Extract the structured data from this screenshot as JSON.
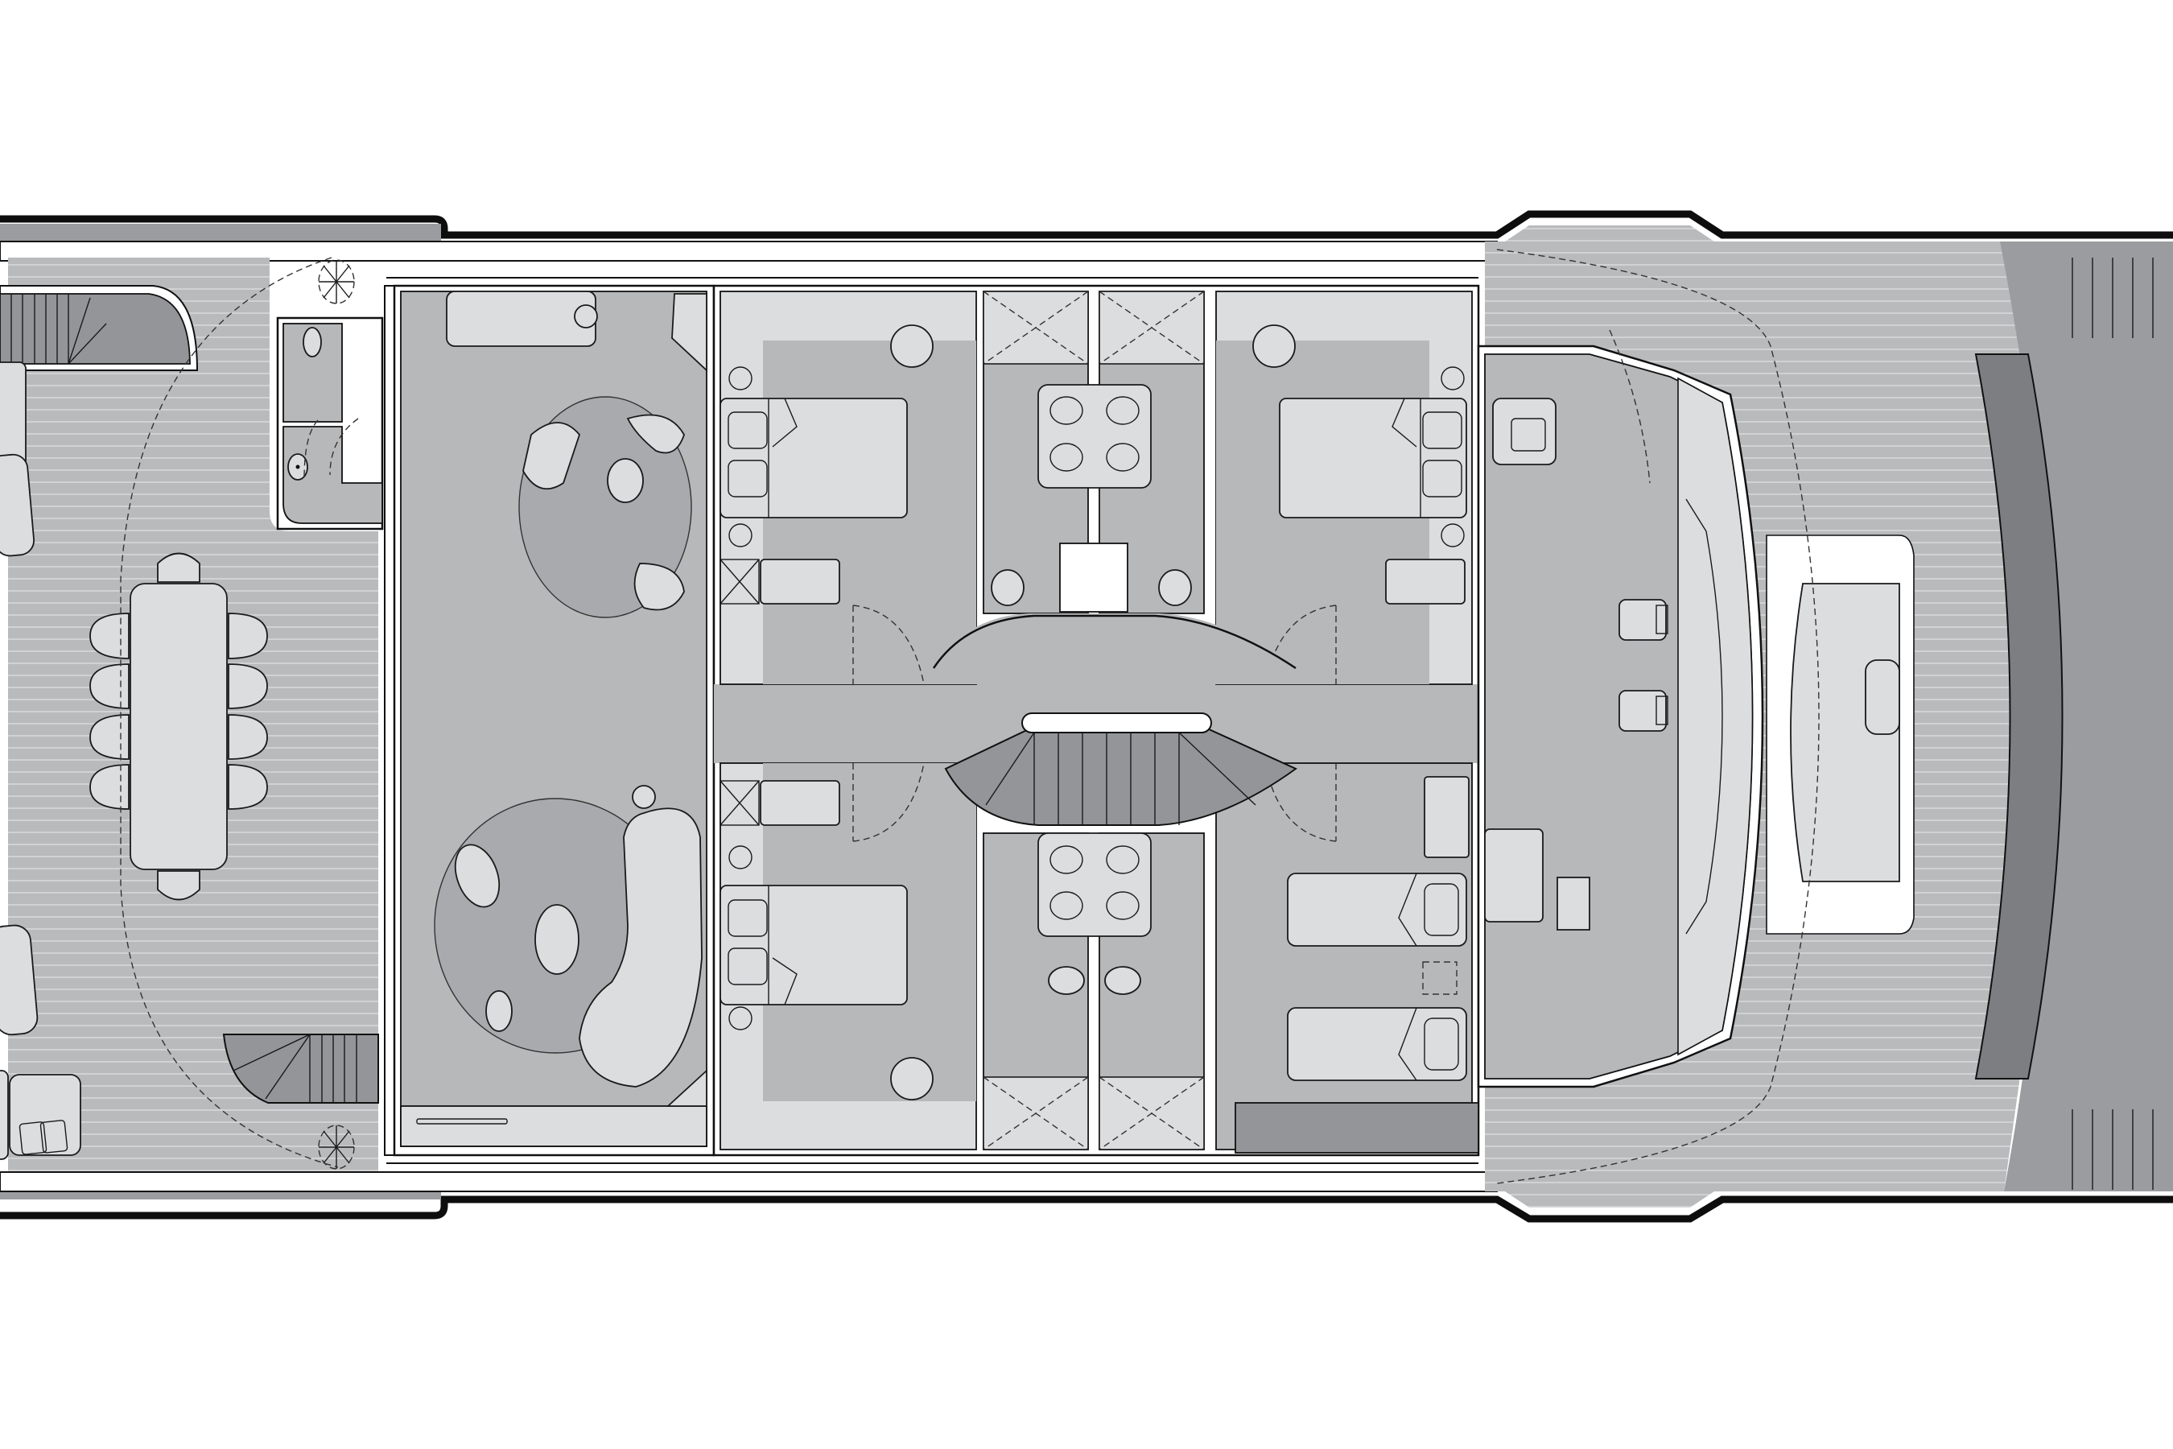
{
  "diagram": {
    "type": "yacht-deck-floor-plan",
    "orientation": "stern-left-bow-right",
    "colors": {
      "background": "#ffffff",
      "hull_outline": "#0d0d0d",
      "teak_deck": "#b9babc",
      "teak_deck_lines": "#d6d7d9",
      "interior_floor": "#b7b8ba",
      "furniture": "#dcdddf",
      "walls": "#ffffff",
      "stairs": "#939598",
      "stairs_dark": "#7a7c7f",
      "carpet_rug": "#a9aaad",
      "fore_deck_dark": "#9a9c9f",
      "bulwark_dark": "#7c7e81"
    },
    "zones": [
      {
        "id": "aft-deck",
        "name": "Aft deck dining area",
        "contents": [
          "10-seat dining table",
          "2 sunpad loungers",
          "sofa",
          "spiral stair up",
          "spiral stair down"
        ]
      },
      {
        "id": "day-head",
        "name": "Day head",
        "contents": [
          "toilet",
          "sink",
          "door"
        ]
      },
      {
        "id": "main-salon",
        "name": "Main salon",
        "contents": [
          "round rug with 3 armchairs and table",
          "curved sofa with coffee tables",
          "bar counter",
          "sliding glass door"
        ]
      },
      {
        "id": "cabin-port-aft",
        "name": "Guest cabin (port aft)",
        "contents": [
          "double bed",
          "2 nightstands",
          "wardrobe",
          "armchair"
        ]
      },
      {
        "id": "cabin-stbd-aft",
        "name": "Guest cabin (stbd aft)",
        "contents": [
          "double bed",
          "2 nightstands",
          "wardrobe",
          "armchair"
        ]
      },
      {
        "id": "cabin-port-fwd",
        "name": "Guest cabin (port fwd)",
        "contents": [
          "double bed",
          "2 nightstands",
          "wardrobe",
          "armchair"
        ]
      },
      {
        "id": "cabin-stbd-fwd",
        "name": "Twin cabin (stbd fwd)",
        "contents": [
          "2 single beds",
          "wardrobe",
          "nightstand"
        ]
      },
      {
        "id": "ensuites",
        "name": "Ensuite bathrooms",
        "contents": [
          "4 showers",
          "double vanities",
          "toilets"
        ]
      },
      {
        "id": "lobby",
        "name": "Central lobby",
        "contents": [
          "curved staircase"
        ]
      },
      {
        "id": "wheelhouse",
        "name": "Wheelhouse",
        "contents": [
          "2 helm chairs",
          "console",
          "pilot berth sofa",
          "chart table",
          "desk chair"
        ]
      },
      {
        "id": "fore-deck",
        "name": "Foredeck",
        "contents": [
          "seating area",
          "sunpad",
          "stairs"
        ]
      }
    ]
  }
}
